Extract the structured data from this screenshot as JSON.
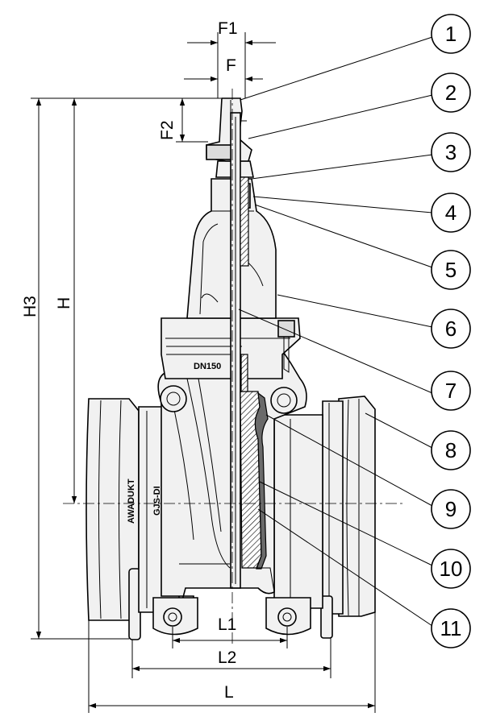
{
  "dimensions": {
    "f1": "F1",
    "f": "F",
    "f2": "F2",
    "h3": "H3",
    "h": "H",
    "l1": "L1",
    "l2": "L2",
    "l": "L"
  },
  "castings": {
    "dn": "DN150",
    "material": "GJS-DI",
    "brand": "AWADUKT"
  },
  "callouts": [
    "1",
    "2",
    "3",
    "4",
    "5",
    "6",
    "7",
    "8",
    "9",
    "10",
    "11"
  ]
}
